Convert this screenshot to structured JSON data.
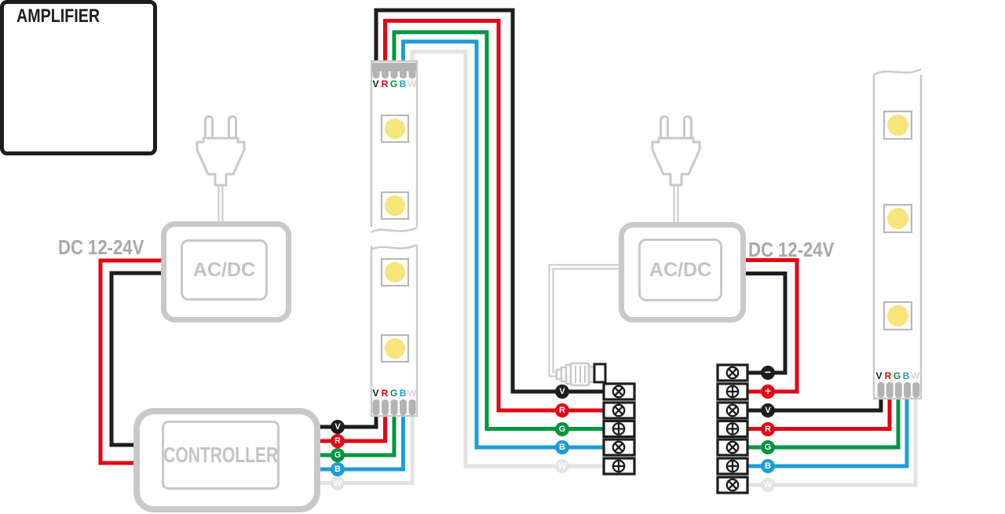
{
  "diagram": {
    "power_label_left": "DC 12-24V",
    "power_label_right": "DC 12-24V",
    "acdc_label": "AC/DC",
    "controller_label": "CONTROLLER",
    "amplifier_label": "AMPLIFIER",
    "pins": [
      "V",
      "R",
      "G",
      "B",
      "W"
    ],
    "badges": {
      "minus": "−",
      "plus": "+",
      "V": "V",
      "R": "R",
      "G": "G",
      "B": "B",
      "W": "W"
    },
    "colors": {
      "black_wire": "#1d1d1b",
      "red_wire": "#e30613",
      "green_wire": "#009640",
      "blue_wire": "#1e9cd8",
      "white_wire": "#e3e3e3",
      "device_gray": "#c9c9c9",
      "device_text_gray": "#c3c3c3",
      "label_gray": "#a8a8a8",
      "led_yellow": "#f7e57b"
    }
  }
}
